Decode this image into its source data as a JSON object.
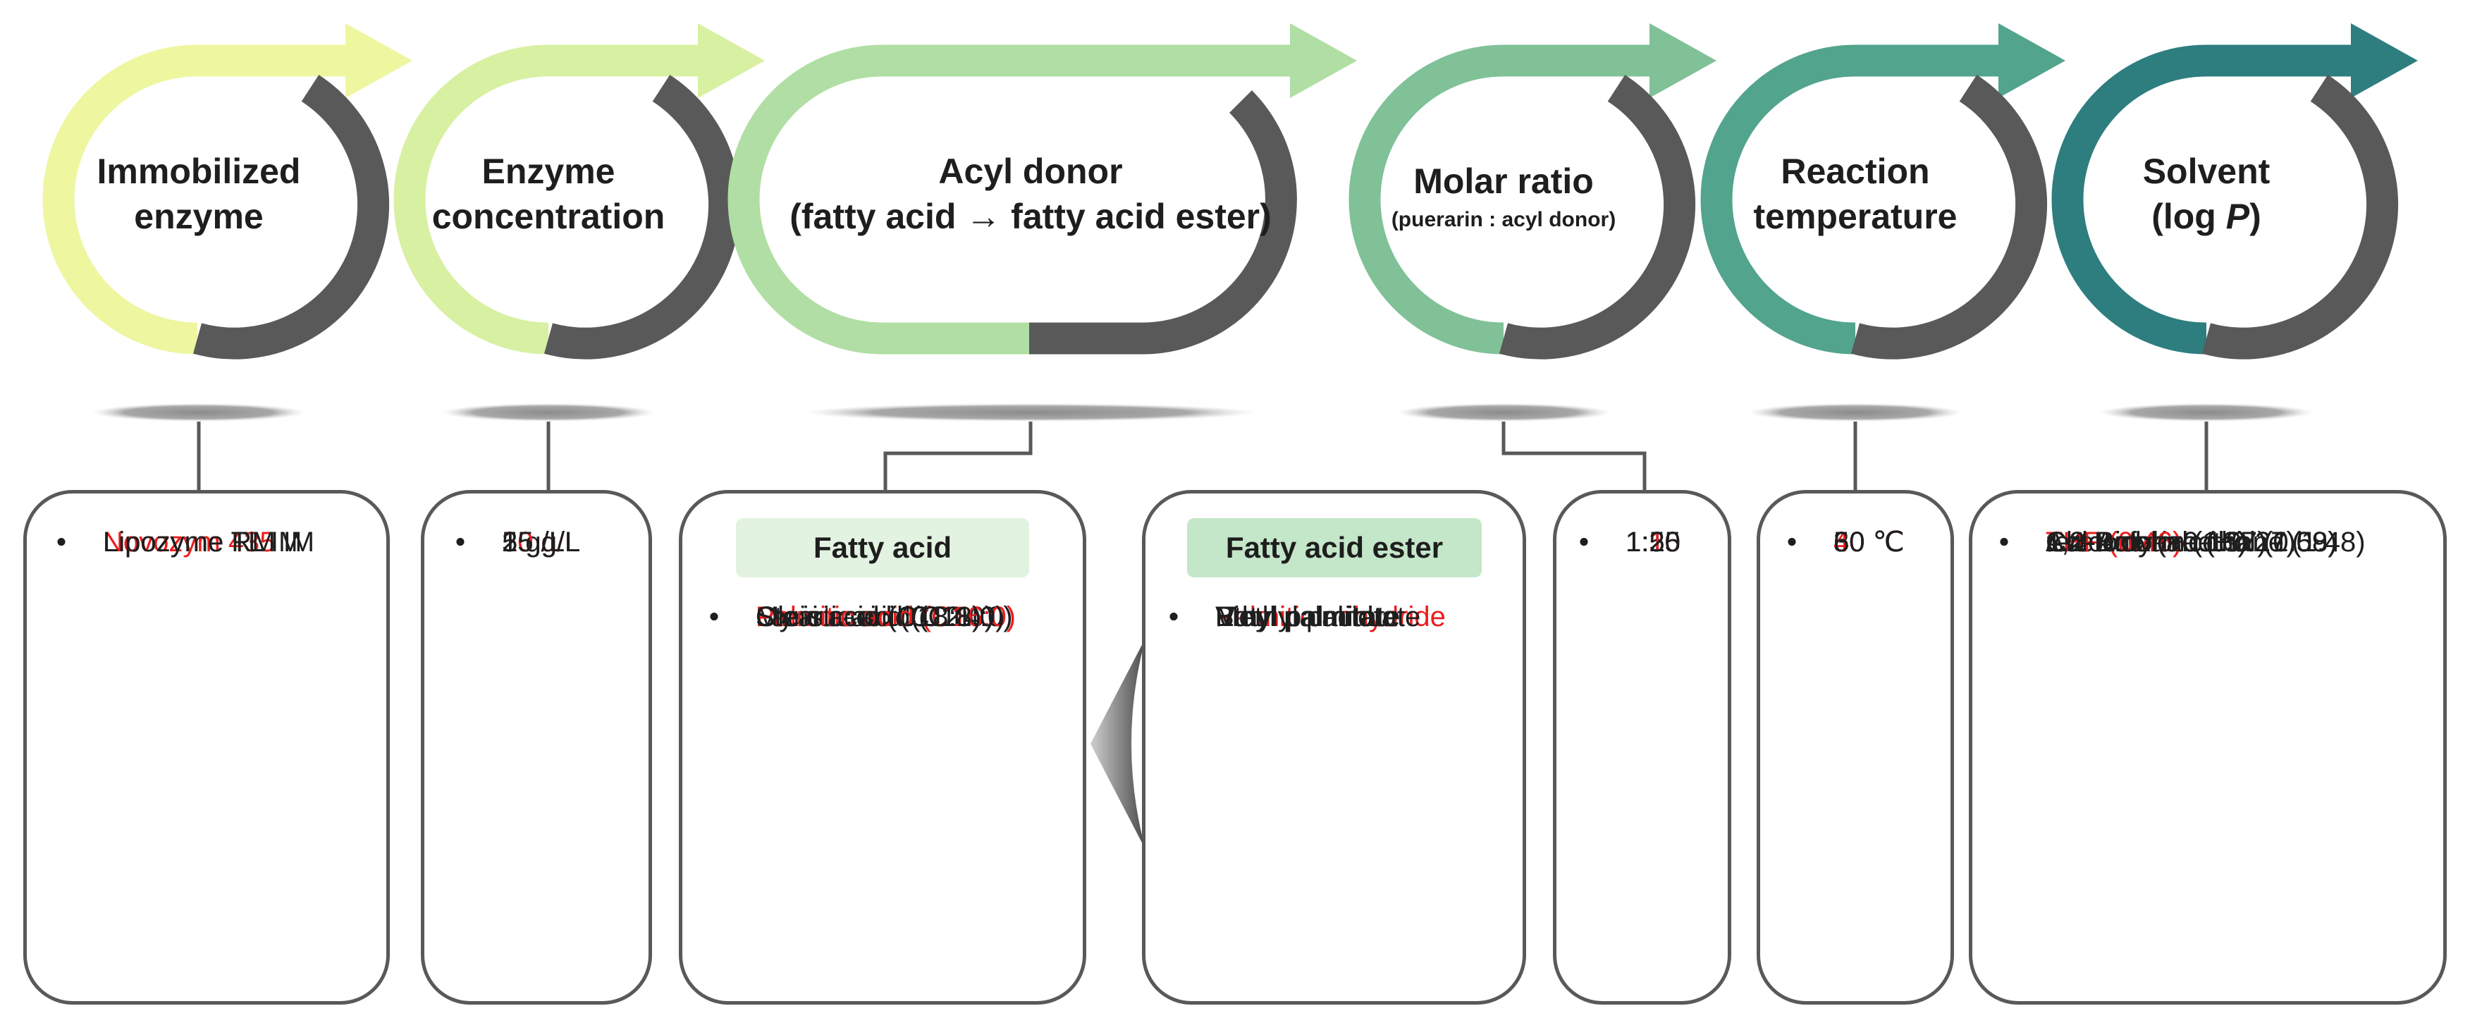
{
  "colors": {
    "ring_grey": "#595959",
    "highlight_red": "#ee1c1c",
    "gradient_start": "#eef6a0",
    "gradient_end": "#2e7d7f",
    "tag_fatty_acid": "#e3f3e1",
    "tag_fatty_acid_ester": "#c4e6c9"
  },
  "steps": [
    {
      "title_line1": "Immobilized",
      "title_line2": "enzyme"
    },
    {
      "title_line1": "Enzyme",
      "title_line2": "concentration"
    },
    {
      "title_line1": "Acyl donor",
      "title_line2": "(fatty acid → fatty acid ester)"
    },
    {
      "title_line1": "Molar ratio",
      "title_sub": "(puerarin : acyl donor)"
    },
    {
      "title_line1": "Reaction",
      "title_line2": "temperature"
    },
    {
      "title_line1": "Solvent",
      "title_line2_pre": "(log ",
      "title_line2_italic": "P",
      "title_line2_post": ")"
    }
  ],
  "lists": {
    "enzyme": [
      {
        "text": "Novozym 435",
        "selected": true
      },
      {
        "text": "Lipozyme TL IM",
        "selected": false
      },
      {
        "text": "Lipozyme RM IM",
        "selected": false
      }
    ],
    "concentration": [
      {
        "text": "1 g/L",
        "selected": false
      },
      {
        "text": "5  g/L",
        "selected": false
      },
      {
        "text": "10  g/L",
        "selected": false
      },
      {
        "text": "15  g/L",
        "selected": false
      },
      {
        "text": "20  g/L",
        "selected": true
      },
      {
        "text": "25  g/L",
        "selected": false
      }
    ],
    "fatty_acid": {
      "header": "Fatty acid",
      "items": [
        {
          "text": "Lauric acid (C12:0)",
          "selected": false
        },
        {
          "text": "Myristic acid (C14:0)",
          "selected": false
        },
        {
          "text": "Palmitic acid (C16:0)",
          "selected": true
        },
        {
          "text": "Stearic acid (C18:0)",
          "selected": false
        },
        {
          "text": "Oleic acid (C18:1)",
          "selected": false
        }
      ]
    },
    "fatty_acid_ester": {
      "header": "Fatty acid ester",
      "items": [
        {
          "text": "Palmitic acid",
          "selected": false
        },
        {
          "text": "Palmitic anhydride",
          "selected": true
        },
        {
          "text": "Methyl palmitate",
          "selected": false
        },
        {
          "text": "Vinyl palmitate",
          "selected": false
        },
        {
          "text": "Ethyl palmitate",
          "selected": false
        },
        {
          "text": "Butyl palmitate",
          "selected": false
        }
      ]
    },
    "molar_ratio": [
      {
        "text": "1:1",
        "selected": false
      },
      {
        "text": "1:5",
        "selected": false
      },
      {
        "text": "1:10",
        "selected": false
      },
      {
        "text": "1:15",
        "selected": true
      },
      {
        "text": "1:20",
        "selected": false
      },
      {
        "text": "1:25",
        "selected": false
      }
    ],
    "temperature": [
      {
        "text": "30 ℃",
        "selected": false
      },
      {
        "text": "40 ℃",
        "selected": true
      },
      {
        "text": "50 ℃",
        "selected": false
      },
      {
        "text": "60 ℃",
        "selected": false
      }
    ],
    "solvent": [
      {
        "text": "1,4-Dioxane (−0.27)",
        "selected": false
      },
      {
        "text": "Acetone (−0.16)",
        "selected": false
      },
      {
        "text": "THF (0.46)",
        "selected": true
      },
      {
        "italic": "tert",
        "text": "-Butyl alcohol (0.58)",
        "selected": false
      },
      {
        "italic": "tert",
        "text": "-Amyl alcohol (1.09)",
        "selected": false
      },
      {
        "text": "1,2-Dichloroethane (1.48)",
        "selected": false
      },
      {
        "text": "Chloroform (1.97)",
        "selected": false
      }
    ]
  }
}
